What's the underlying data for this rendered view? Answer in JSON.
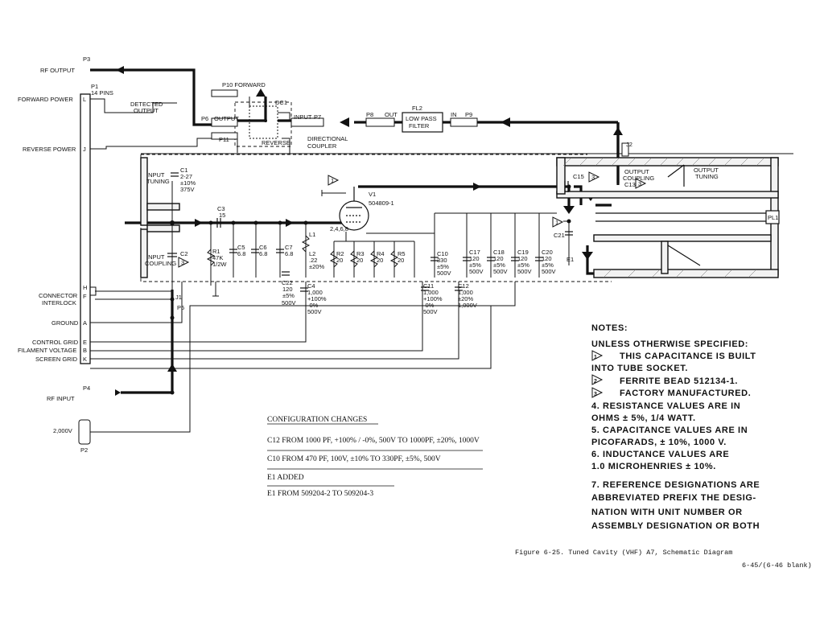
{
  "connectors": {
    "p3": "P3",
    "rf_output": "RF OUTPUT",
    "p1": "P1",
    "p1_pins": "14 PINS",
    "forward_power": "FORWARD POWER",
    "pin_l": "L",
    "reverse_power": "REVERSE POWER",
    "pin_j": "J",
    "detected_output": [
      "DETECTED",
      "OUTPUT"
    ],
    "connector_interlock": [
      "CONNECTOR",
      "INTERLOCK"
    ],
    "pin_h": "H",
    "pin_f": "F",
    "ground": "GROUND",
    "pin_a": "A",
    "control_grid": "CONTROL GRID",
    "pin_e": "E",
    "filament_voltage": "FILAMENT VOLTAGE",
    "pin_b": "B",
    "screen_grid": "SCREEN GRID",
    "pin_k": "K",
    "p4": "P4",
    "rf_input": "RF INPUT",
    "hv": "2,000V",
    "p2": "P2",
    "j1": "J1",
    "p5": "P5",
    "j2": "J2",
    "pl1": "PL1"
  },
  "coupler": {
    "p10_forward": "P10 FORWARD",
    "dc1": "DC1",
    "p6": "P6",
    "output": "OUTPUT",
    "input": "INPUT",
    "p7": "P7",
    "p11": "P11",
    "reverse": "REVERSE",
    "directional_coupler": [
      "DIRECTIONAL",
      "COUPLER"
    ]
  },
  "filter": {
    "fl2": "FL2",
    "name": [
      "LOW PASS",
      "FILTER"
    ],
    "p8": "P8",
    "out": "OUT",
    "in": "IN",
    "p9": "P9"
  },
  "cavity": {
    "input_tuning": [
      "INPUT",
      "TUNING"
    ],
    "c1": [
      "C1",
      "2-27",
      "±10%",
      "375V"
    ],
    "input_coupling": [
      "INPUT",
      "COUPLING"
    ],
    "c2": "C2",
    "c3": [
      "C3",
      "15"
    ],
    "r1": [
      "R1",
      "47K",
      "1/2W"
    ],
    "c5": [
      "C5",
      "6.8"
    ],
    "c6": [
      "C6",
      "6.8"
    ],
    "c7": [
      "C7",
      "6.8"
    ],
    "l1": "L1",
    "l2": [
      "L2",
      ".22",
      "±20%"
    ],
    "c22": [
      "C22",
      "120",
      "±5%",
      "500V"
    ],
    "c4": [
      "C4",
      "1,000",
      "+100%",
      "-0%",
      "500V"
    ],
    "v1": [
      "V1",
      "504809-1"
    ],
    "pins": "2,4,6,8",
    "r2": [
      "R2",
      "20"
    ],
    "r3": [
      "R3",
      "20"
    ],
    "r4": [
      "R4",
      "20"
    ],
    "r5": [
      "R5",
      "20"
    ],
    "c10": [
      "C10",
      "330",
      "±5%",
      "500V"
    ],
    "c11": [
      "C11",
      "1,000",
      "+100%",
      "-0%",
      "500V"
    ],
    "c12": [
      "C12",
      "1,000",
      "±20%",
      "1,000V"
    ],
    "c17": [
      "C17",
      "120",
      "±5%",
      "500V"
    ],
    "c18": [
      "C18",
      "120",
      "±5%",
      "500V"
    ],
    "c19": [
      "C19",
      "120",
      "±5%",
      "500V"
    ],
    "c20": [
      "C20",
      "120",
      "±5%",
      "500V"
    ],
    "c21": "C21",
    "e1": "E1",
    "c15": "C15",
    "output_coupling": [
      "OUTPUT",
      "COUPLING"
    ],
    "c13": "C13",
    "output_tuning": [
      "OUTPUT",
      "TUNING"
    ],
    "note_marks": {
      "one": "1",
      "two": "2",
      "three": "3"
    }
  },
  "config_changes": {
    "title": "CONFIGURATION CHANGES",
    "line1": "C12 FROM 1000 PF, +100% / -0%, 500V TO 1000PF, ±20%, 1000V",
    "line2": "C10 FROM 470 PF, 100V, ±10% TO 330PF, ±5%, 500V",
    "line3": "E1 ADDED",
    "line4": "E1 FROM 509204-2 TO 509204-3"
  },
  "notes": {
    "heading": "NOTES:",
    "unless": "UNLESS OTHERWISE SPECIFIED:",
    "n1a": "THIS CAPACITANCE IS BUILT",
    "n1b": "INTO TUBE SOCKET.",
    "n2": "FERRITE BEAD 512134-1.",
    "n3": "FACTORY MANUFACTURED.",
    "n4a": "4. RESISTANCE VALUES ARE IN",
    "n4b": "OHMS ± 5%, 1/4 WATT.",
    "n5a": "5. CAPACITANCE VALUES ARE IN",
    "n5b": "PICOFARADS, ± 10%, 1000 V.",
    "n6a": "6. INDUCTANCE VALUES ARE",
    "n6b": "1.0 MICROHENRIES ± 10%.",
    "n7a": "7. REFERENCE DESIGNATIONS ARE",
    "n7b": "ABBREVIATED PREFIX THE DESIG-",
    "n7c": "NATION WITH UNIT NUMBER OR",
    "n7d": "ASSEMBLY DESIGNATION OR BOTH"
  },
  "caption": {
    "figure": "Figure 6-25.  Tuned Cavity (VHF) A7, Schematic Diagram",
    "page": "6-45/(6-46 blank)"
  }
}
